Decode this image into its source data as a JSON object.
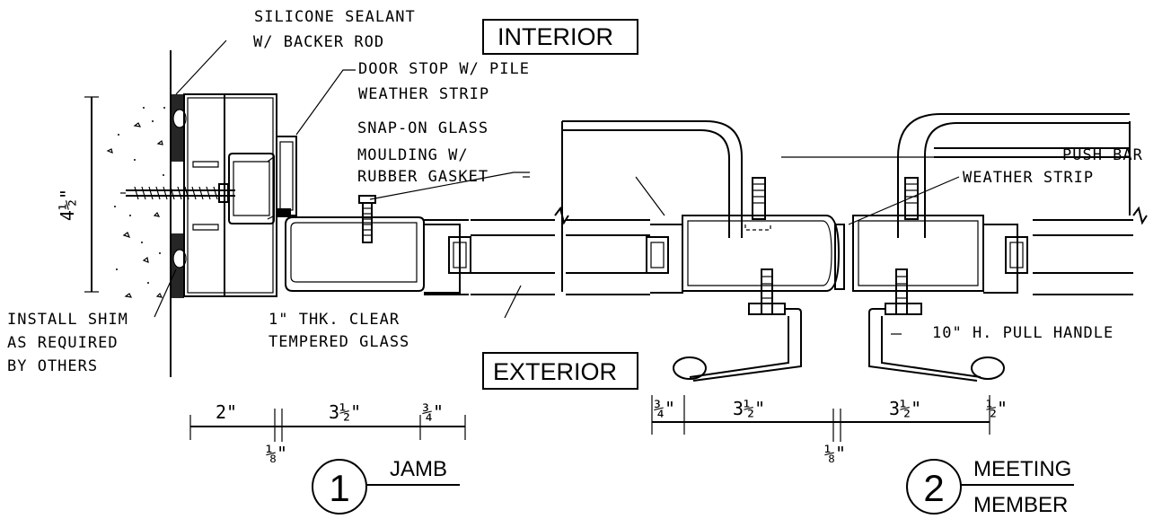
{
  "labels": {
    "sealant_1": "SILICONE SEALANT",
    "sealant_2": "W/ BACKER ROD",
    "interior": "INTERIOR",
    "exterior": "EXTERIOR",
    "doorstop_1": "DOOR STOP W/ PILE",
    "doorstop_2": "WEATHER STRIP",
    "snap_1": "SNAP-ON GLASS",
    "snap_2": "MOULDING W/",
    "snap_3": "RUBBER GASKET",
    "push_bar": "PUSH BAR",
    "weather_strip": "WEATHER STRIP",
    "shim_1": "INSTALL SHIM",
    "shim_2": "AS REQUIRED",
    "shim_3": "BY OTHERS",
    "glass_1": "1\" THK. CLEAR",
    "glass_2": "TEMPERED GLASS",
    "pull_handle": "10\" H. PULL HANDLE"
  },
  "dimensions": {
    "height": "4½\"",
    "jamb_2": "2\"",
    "jamb_gap": "⅛\"",
    "jamb_3half": "3½\"",
    "jamb_3q": "¾\"",
    "mm_3q": "¾\"",
    "mm_3half_a": "3½\"",
    "mm_gap": "⅛\"",
    "mm_3half_b": "3½\"",
    "mm_half": "½\""
  },
  "details": [
    {
      "number": "1",
      "title": "JAMB",
      "title2": ""
    },
    {
      "number": "2",
      "title": "MEETING",
      "title2": "MEMBER"
    }
  ]
}
